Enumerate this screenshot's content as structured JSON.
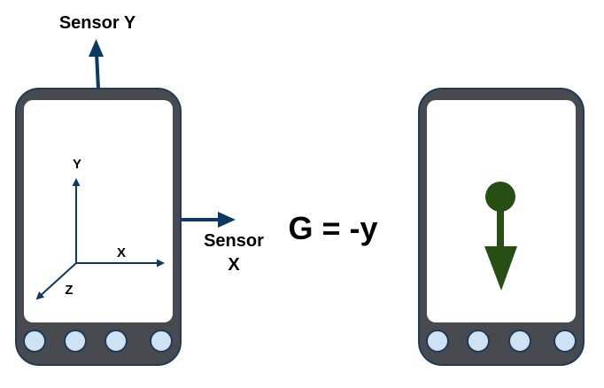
{
  "labels": {
    "sensor_y": "Sensor Y",
    "sensor_x_line1": "Sensor",
    "sensor_x_line2": "X",
    "equation": "G = -y"
  },
  "axes": {
    "x": "X",
    "y": "Y",
    "z": "Z"
  },
  "colors": {
    "phone_body": "#474b50",
    "phone_outline": "#1f3b5a",
    "screen": "#ffffff",
    "button_fill": "#cfe2f3",
    "arrow_navy": "#0b3a63",
    "gravity_green": "#274e13"
  },
  "phones": [
    {
      "name": "left-phone",
      "buttons": 4
    },
    {
      "name": "right-phone",
      "buttons": 4
    }
  ]
}
